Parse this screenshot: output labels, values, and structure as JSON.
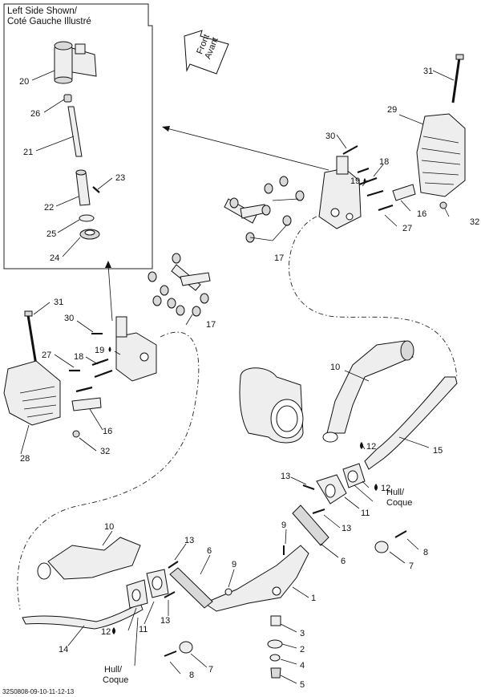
{
  "inset_title_line1": "Left Side Shown/",
  "inset_title_line2": "Coté Gauche Illustré",
  "arrow_front": "Front",
  "arrow_avant": "Avant",
  "hull_coque_right_1": "Hull/",
  "hull_coque_right_2": "Coque",
  "hull_coque_left_1": "Hull/",
  "hull_coque_left_2": "Coque",
  "footer_code": "32S0808-09-10-11-12-13",
  "callouts": {
    "c20": "20",
    "c26": "26",
    "c21": "21",
    "c23": "23",
    "c22": "22",
    "c25": "25",
    "c24": "24",
    "c30_top": "30",
    "c31_top": "31",
    "c29": "29",
    "c18_top": "18",
    "c19_top": "19",
    "c16_top": "16",
    "c27_top": "27",
    "c32_top": "32",
    "c17_top": "17",
    "c31_left": "31",
    "c30_left": "30",
    "c17_left": "17",
    "c27_left": "27",
    "c18_left": "18",
    "c19_left": "19",
    "c16_left": "16",
    "c28": "28",
    "c32_left": "32",
    "c10_right": "10",
    "c12_right_a": "12",
    "c15": "15",
    "c13_right_a": "13",
    "c12_right_b": "12",
    "c11_right": "11",
    "c13_right_b": "13",
    "c9_right": "9",
    "c6_right": "6",
    "c8_right": "8",
    "c7_right": "7",
    "c10_left": "10",
    "c13_left_a": "13",
    "c6_left": "6",
    "c9_left": "9",
    "c1": "1",
    "c13_left_b": "13",
    "c12_left": "12",
    "c11_left": "11",
    "c14": "14",
    "c3": "3",
    "c2": "2",
    "c7_left": "7",
    "c4": "4",
    "c8_left": "8",
    "c5": "5"
  },
  "colors": {
    "line": "#111111",
    "part_fill": "#eeeeee",
    "shade": "#d9d9d9",
    "background": "#ffffff"
  }
}
